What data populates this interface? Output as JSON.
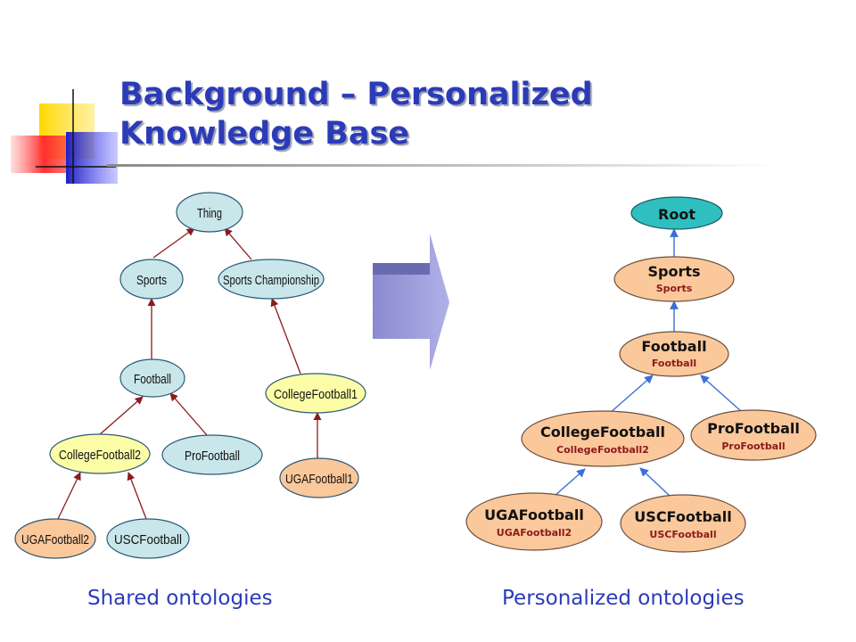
{
  "slide": {
    "title_line1": "Background – Personalized",
    "title_line2": "Knowledge Base"
  },
  "shared": {
    "caption": "Shared ontologies",
    "nodes": {
      "thing": "Thing",
      "sports": "Sports",
      "sports_championship": "Sports Championship",
      "football": "Football",
      "college_football1": "CollegeFootball1",
      "college_football2": "CollegeFootball2",
      "pro_football": "ProFootball",
      "uga_football1": "UGAFootball1",
      "uga_football2": "UGAFootball2",
      "usc_football": "USCFootball"
    }
  },
  "personalized": {
    "caption": "Personalized ontologies",
    "nodes": {
      "root": "Root",
      "sports": {
        "label": "Sports",
        "sub": "Sports"
      },
      "football": {
        "label": "Football",
        "sub": "Football"
      },
      "college_football": {
        "label": "CollegeFootball",
        "sub": "CollegeFootball2"
      },
      "pro_football": {
        "label": "ProFootball",
        "sub": "ProFootball"
      },
      "uga_football": {
        "label": "UGAFootball",
        "sub": "UGAFootball2"
      },
      "usc_football": {
        "label": "USCFootball",
        "sub": "USCFootball"
      }
    }
  },
  "colors": {
    "title": "#2b3bb8",
    "light_blue_node": "#c9e6ea",
    "yellow_node": "#fdfda8",
    "orange_node": "#fbc89b",
    "root_node": "#2fbfbf",
    "red_arrow": "#8b1a1a",
    "blue_arrow": "#3a6fd8",
    "big_arrow": "#9a9ad6"
  }
}
